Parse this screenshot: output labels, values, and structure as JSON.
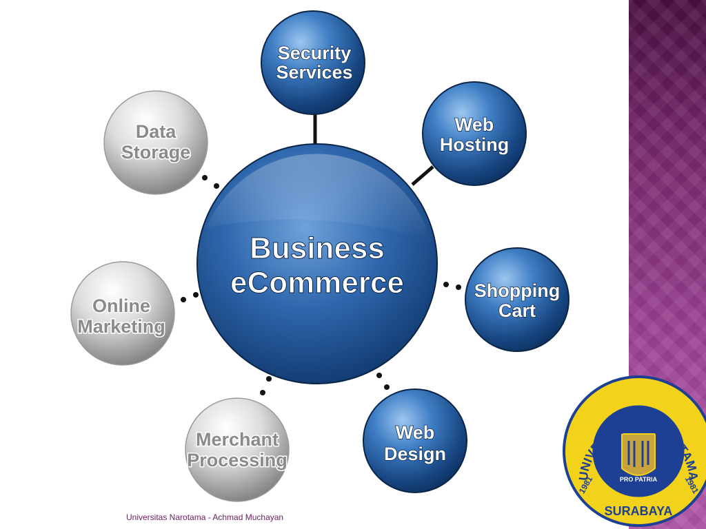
{
  "diagram": {
    "center": {
      "line1": "Business",
      "line2": "eCommerce"
    },
    "nodes": [
      {
        "id": "security-services",
        "line1": "Security",
        "line2": "Services",
        "style": "blue"
      },
      {
        "id": "web-hosting",
        "line1": "Web",
        "line2": "Hosting",
        "style": "blue"
      },
      {
        "id": "shopping-cart",
        "line1": "Shopping",
        "line2": "Cart",
        "style": "blue"
      },
      {
        "id": "web-design",
        "line1": "Web",
        "line2": "Design",
        "style": "blue"
      },
      {
        "id": "merchant-processing",
        "line1": "Merchant",
        "line2": "Processing",
        "style": "gray"
      },
      {
        "id": "online-marketing",
        "line1": "Online",
        "line2": "Marketing",
        "style": "gray"
      },
      {
        "id": "data-storage",
        "line1": "Data",
        "line2": "Storage",
        "style": "gray"
      }
    ]
  },
  "footer": {
    "text": "Universitas Narotama - Achmad Muchayan"
  },
  "logo": {
    "ring_top": "UNIVERSITAS NAROTAMA",
    "ring_bottom": "SURABAYA",
    "year_left": "1981",
    "year_right": "1981",
    "motto": "PRO PATRIA",
    "colors": {
      "ring": "#f2d21a",
      "inner": "#1d3f94",
      "shield": "#c8a43c"
    }
  },
  "colors": {
    "blue_dark": "#0d2f5c",
    "blue_light": "#8ab6e6",
    "gray_dark": "#7a7a7a",
    "gray_light": "#f2f2f2",
    "panel": "#8a3580"
  }
}
